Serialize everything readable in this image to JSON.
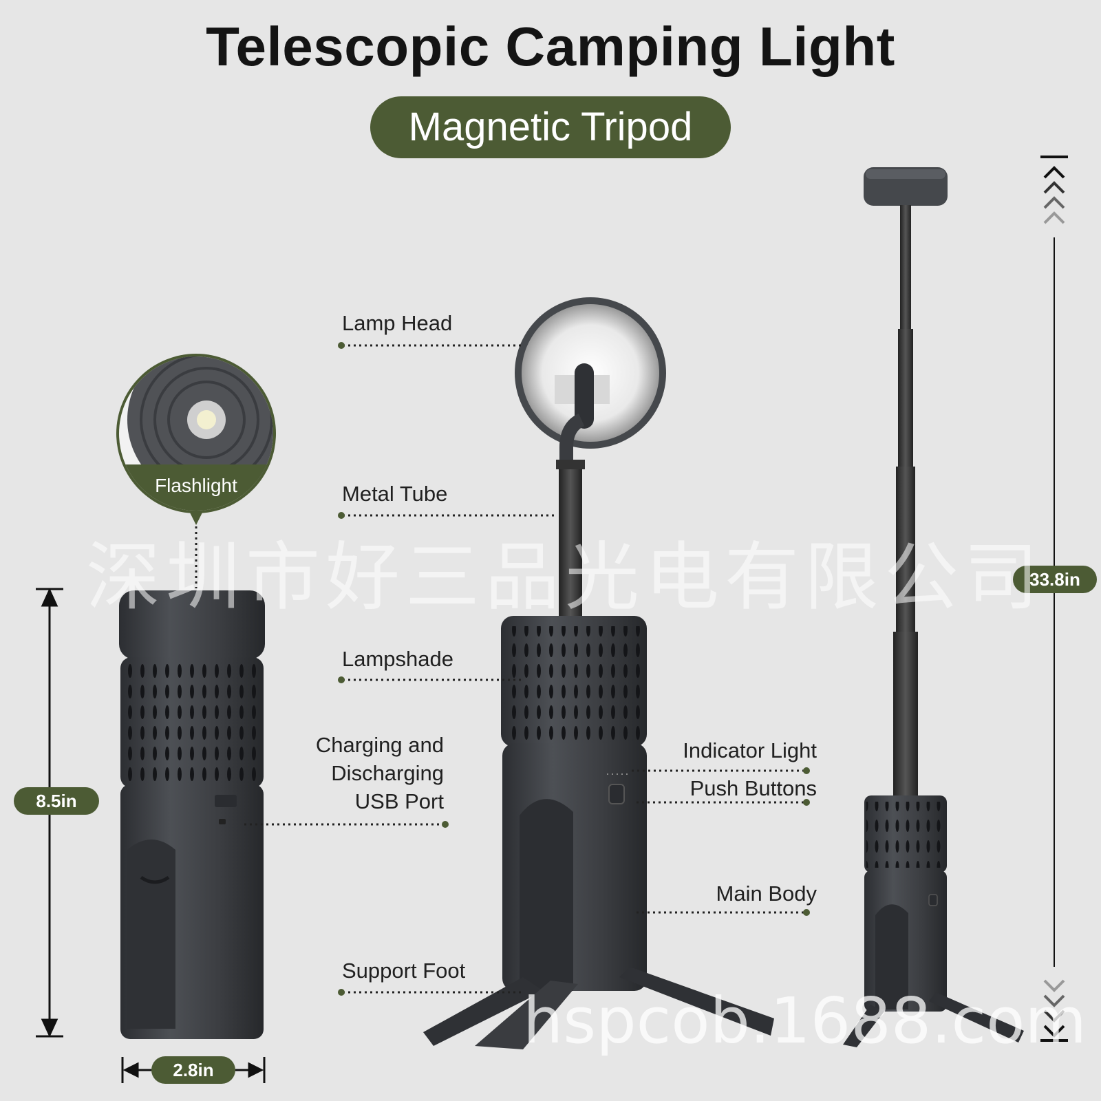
{
  "title": "Telescopic Camping Light",
  "subtitle": "Magnetic Tripod",
  "callout": {
    "flashlight": "Flashlight"
  },
  "labels": {
    "lamp_head": "Lamp Head",
    "metal_tube": "Metal Tube",
    "lampshade": "Lampshade",
    "usb_port": [
      "Charging and",
      "Discharging",
      "USB Port"
    ],
    "indicator_light": "Indicator Light",
    "push_buttons": "Push Buttons",
    "main_body": "Main Body",
    "support_foot": "Support Foot"
  },
  "dimensions": {
    "height_closed": "8.5in",
    "width": "2.8in",
    "height_extended": "33.8in"
  },
  "watermarks": {
    "company": "深圳市好三品光电有限公司",
    "site": "hspcob.1688.com"
  },
  "colors": {
    "background": "#e6e6e6",
    "accent_green": "#4c5b34",
    "product_dark": "#3c3e42"
  }
}
